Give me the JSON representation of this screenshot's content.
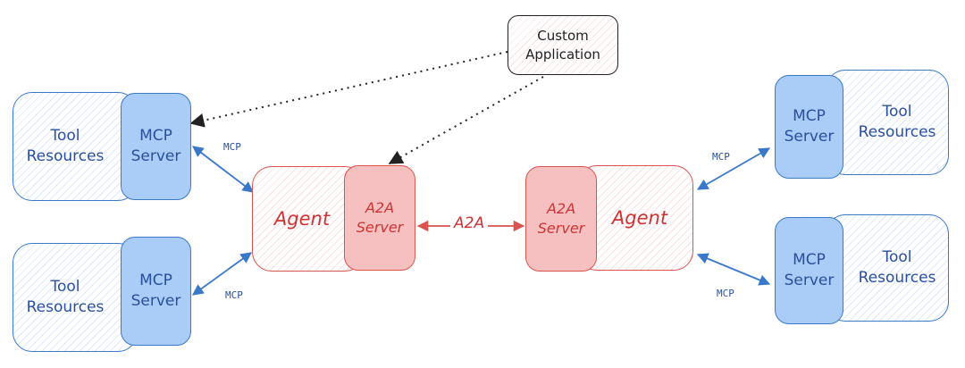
{
  "colors": {
    "blue_stroke": "#3a78c9",
    "blue_fill": "#a9cdf6",
    "blue_text": "#2a4f9e",
    "red_stroke": "#d9534f",
    "red_fill": "#f7c0c0",
    "red_text": "#cc3333",
    "dark": "#222222"
  },
  "custom_app": {
    "label": "Custom\nApplication"
  },
  "left_top": {
    "tool": "Tool\nResources",
    "mcp": "MCP\nServer",
    "link": "MCP"
  },
  "left_bottom": {
    "tool": "Tool\nResources",
    "mcp": "MCP\nServer",
    "link": "MCP"
  },
  "agent_left": {
    "agent": "Agent",
    "a2a": "A2A\nServer"
  },
  "agent_right": {
    "agent": "Agent",
    "a2a": "A2A\nServer"
  },
  "a2a_link": "A2A",
  "right_top": {
    "tool": "Tool\nResources",
    "mcp": "MCP\nServer",
    "link": "MCP"
  },
  "right_bottom": {
    "tool": "Tool\nResources",
    "mcp": "MCP\nServer",
    "link": "MCP"
  }
}
